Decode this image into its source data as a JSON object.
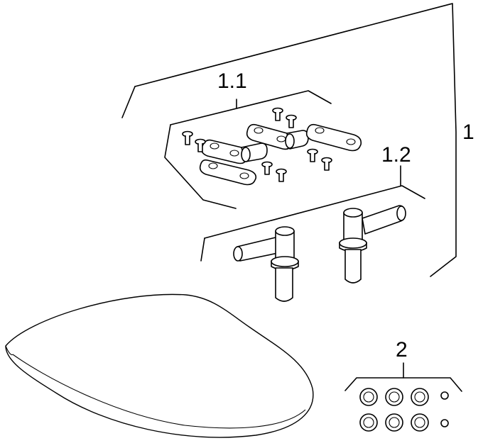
{
  "diagram": {
    "labels": {
      "assembly": "1",
      "hinge_plates": "1.1",
      "hinge_pins": "1.2",
      "buffers": "2"
    }
  }
}
